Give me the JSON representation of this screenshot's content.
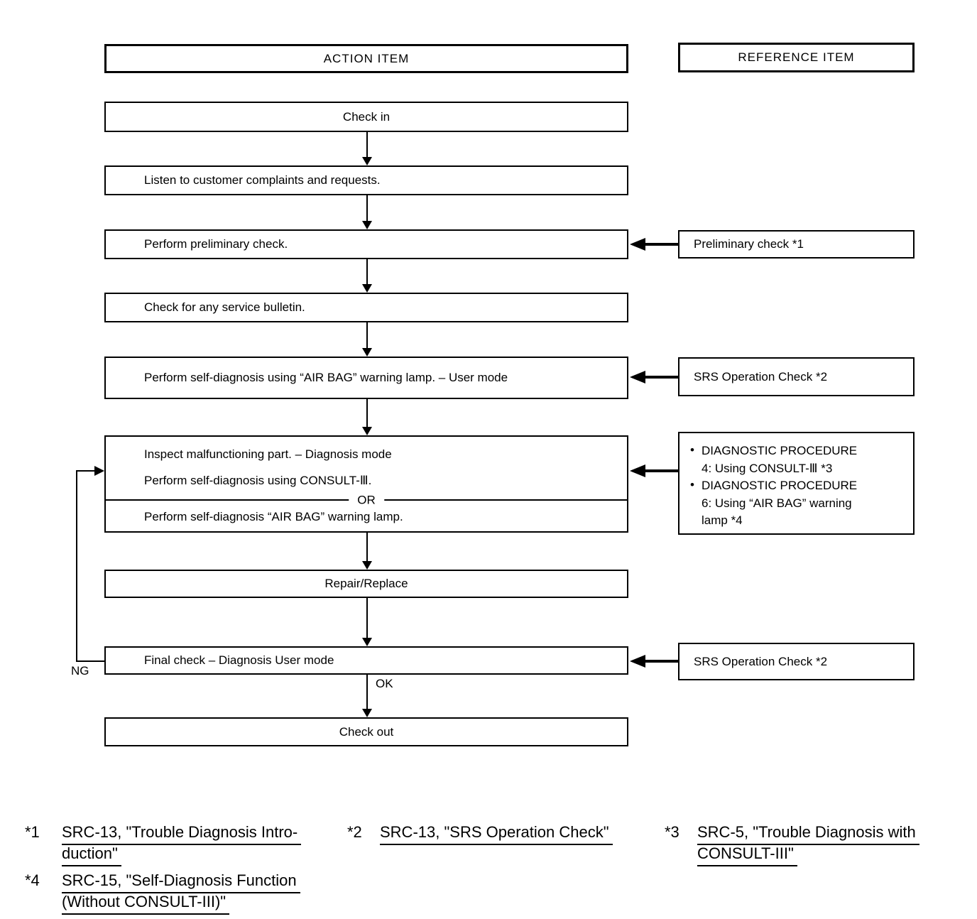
{
  "headers": {
    "action": "ACTION ITEM",
    "reference": "REFERENCE ITEM"
  },
  "flow": {
    "check_in": "Check in",
    "listen": "Listen to customer complaints and requests.",
    "preliminary": "Perform preliminary check.",
    "bulletin": "Check for any service bulletin.",
    "self_diag_user": "Perform self-diagnosis using “AIR BAG” warning lamp. – User mode",
    "inspect": {
      "line1": "Inspect malfunctioning part. – Diagnosis mode",
      "line2": "Perform self-diagnosis using CONSULT-Ⅲ.",
      "or": "OR",
      "line3": "Perform self-diagnosis “AIR BAG” warning lamp."
    },
    "repair": "Repair/Replace",
    "final_check": "Final check – Diagnosis User mode",
    "check_out": "Check out",
    "ng": "NG",
    "ok": "OK"
  },
  "references": {
    "preliminary": "Preliminary check *1",
    "srs_operation_1": "SRS Operation Check *2",
    "diagnostic": {
      "bullet": "•",
      "item1_line1": "DIAGNOSTIC PROCEDURE",
      "item1_line2": "4: Using CONSULT-Ⅲ *3",
      "item2_line1": "DIAGNOSTIC PROCEDURE",
      "item2_line2": "6: Using “AIR BAG” warning",
      "item2_line3": "lamp *4"
    },
    "srs_operation_2": "SRS Operation Check *2"
  },
  "footnotes": {
    "f1": {
      "marker": "*1",
      "line1": "SRC-13, \"Trouble Diagnosis Intro-",
      "line2": "duction\""
    },
    "f2": {
      "marker": "*2",
      "line1": "SRC-13, \"SRS Operation Check\""
    },
    "f3": {
      "marker": "*3",
      "line1": "SRC-5, \"Trouble Diagnosis with",
      "line2": "CONSULT-III\""
    },
    "f4": {
      "marker": "*4",
      "line1": "SRC-15, \"Self-Diagnosis Function",
      "line2": "(Without CONSULT-III)\""
    }
  },
  "colors": {
    "ink": "#000000",
    "background": "#ffffff"
  }
}
